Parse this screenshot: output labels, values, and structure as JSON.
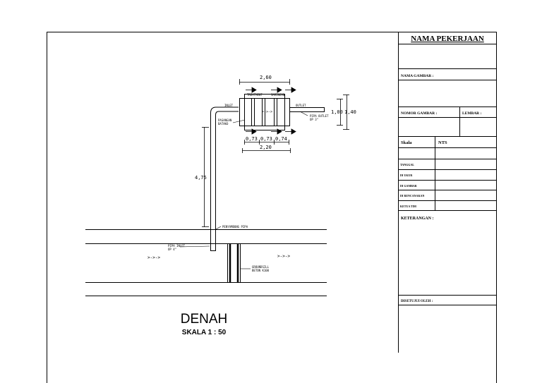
{
  "drawing": {
    "dimensions": {
      "top_width": "2,60",
      "bottom_total": "2,20",
      "seg1": "0,73",
      "seg2": "0,73",
      "seg3": "0,74",
      "height_inner": "1,00",
      "height_outer": "1,40",
      "vertical_pipe": "4,75"
    },
    "labels": {
      "treatment": "TREATMENT",
      "saringan": "SARINGAN",
      "inlet": "INLET",
      "outlet": "OUTLET",
      "pipa_outlet_1": "PIPA OUTLET",
      "pipa_outlet_2": "OP 3\"",
      "pasangan_1": "PASANGAN",
      "pasangan_2": "BATAKO",
      "penyambung_pipa": "PENYAMBUNG PIPA",
      "pipa_inlet_1": "PIPA INLET",
      "pipa_inlet_2": "OP 4\"",
      "flow_left": ">->->",
      "flow_right": ">->->",
      "flow_box": ">->->",
      "groundsill_1": "GROUNDSILL",
      "groundsill_2": "BETON K100"
    },
    "title": "DENAH",
    "scale": "SKALA 1 : 50"
  },
  "title_block": {
    "nama_pekerjaan": "NAMA PEKERJAAN",
    "nama_gambar": "NAMA GAMBAR :",
    "nomor_gambar": "NOMOR GAMBAR :",
    "lembar": "LEMBAR :",
    "skala_label": "Skala",
    "skala_value": "NTS",
    "tanggal": "TANGGAL",
    "rows": [
      "DI UKUR",
      "DI GAMBAR",
      "DI RENCANAKAN",
      "KETUA TIM"
    ],
    "keterangan": "KETERANGAN :",
    "disetujui": "DISETUJUI OLEH :"
  }
}
